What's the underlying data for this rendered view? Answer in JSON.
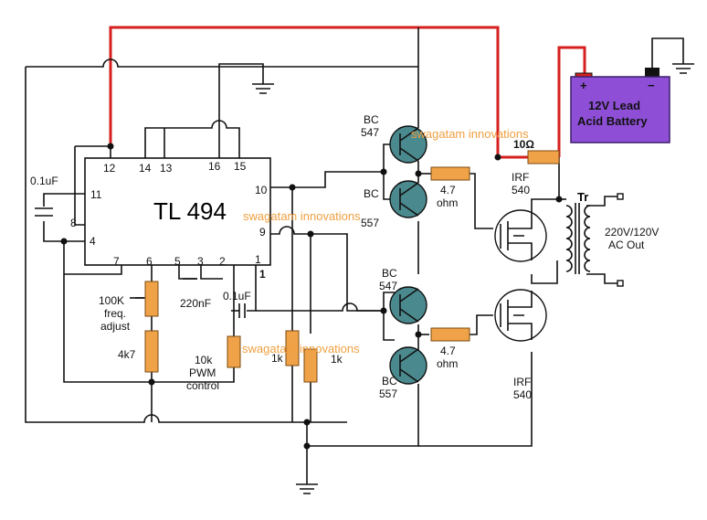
{
  "chip": {
    "name": "TL 494"
  },
  "pins": {
    "p12": "12",
    "p14": "14",
    "p13": "13",
    "p16": "16",
    "p15": "15",
    "p11": "11",
    "p10": "10",
    "p8": "8",
    "p9": "9",
    "p4": "4",
    "p7": "7",
    "p6": "6",
    "p5": "5",
    "p3": "3",
    "p2": "2",
    "p1": "1",
    "p1b": "1"
  },
  "labels": {
    "cap_01uf_left": "0.1uF",
    "pot_100k": [
      "100K",
      "freq.",
      "adjust"
    ],
    "res_4k7": "4k7",
    "cap_220nf": "220nF",
    "cap_01uf_right": "0.1uF",
    "pot_10k": [
      "10k",
      "PWM",
      "control"
    ],
    "res_1k_a": "1k",
    "res_1k_b": "1k",
    "bc547_top": [
      "BC",
      "547"
    ],
    "bc557_top": [
      "BC",
      "557"
    ],
    "bc547_bot": [
      "BC",
      "547"
    ],
    "bc557_bot": [
      "BC",
      "557"
    ],
    "res_47_top": [
      "4.7",
      "ohm"
    ],
    "res_47_bot": [
      "4.7",
      "ohm"
    ],
    "irf_top": [
      "IRF",
      "540"
    ],
    "irf_bot": [
      "IRF",
      "540"
    ],
    "res_10": "10Ω",
    "transformer": "Tr",
    "ac_out": [
      "220V/120V",
      "AC Out"
    ],
    "battery": [
      "12V Lead",
      "Acid Battery"
    ],
    "battery_plus": "+",
    "battery_minus": "−"
  },
  "watermarks": [
    "swagatam innovations",
    "swagatam innovations",
    "swagatam innovations"
  ],
  "colors": {
    "battery": "#8e4fd6",
    "resistor": "#f0a248",
    "positive_wire": "#d61f1f",
    "watermark": "#f0a040",
    "transistor": "#4a8a8f"
  }
}
